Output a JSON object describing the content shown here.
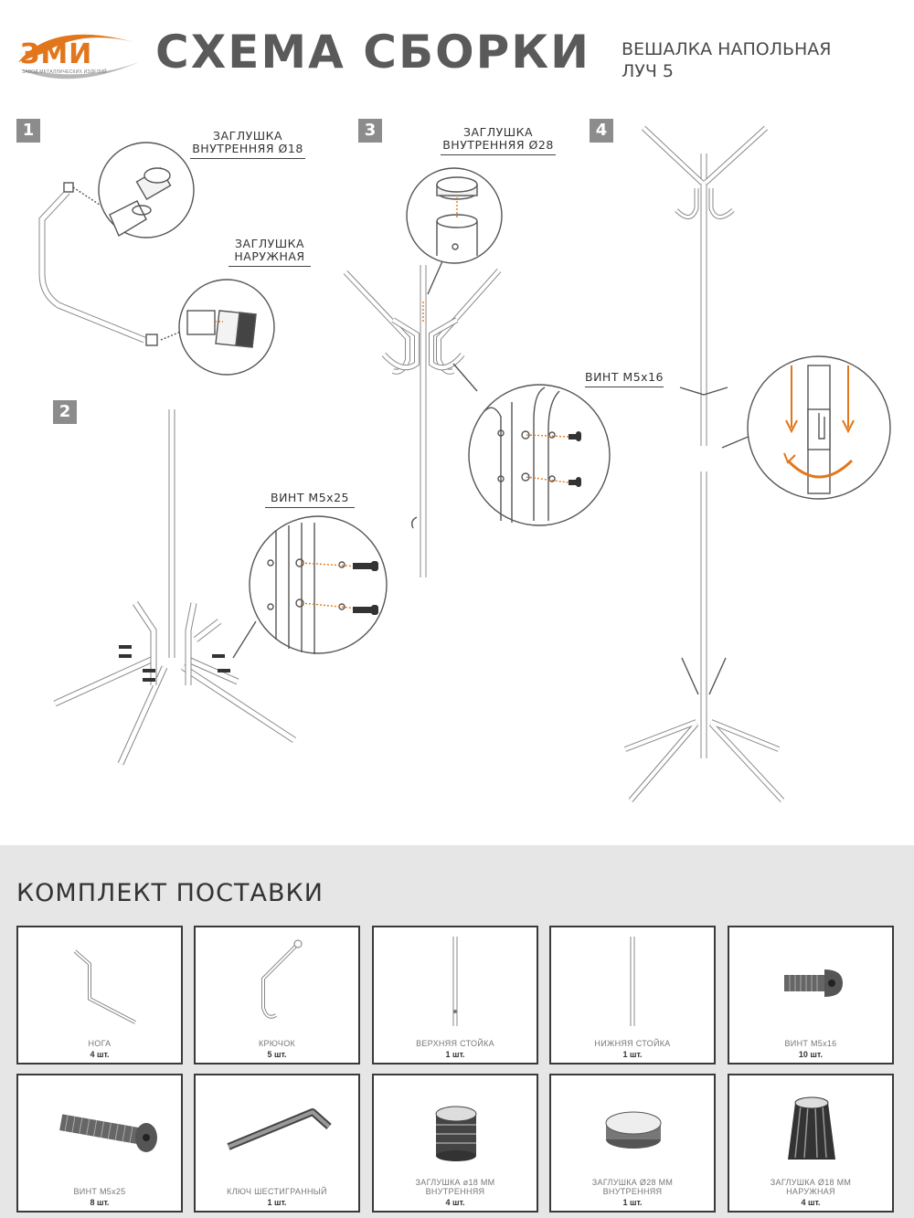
{
  "header": {
    "logo_text": "ЗМИ",
    "logo_sub": "ЗАВОД МЕТАЛЛИЧЕСКИХ ИЗДЕЛИЙ",
    "title": "СХЕМА СБОРКИ",
    "product_line1": "ВЕШАЛКА НАПОЛЬНАЯ",
    "product_line2": "ЛУЧ 5"
  },
  "steps": {
    "s1": "1",
    "s2": "2",
    "s3": "3",
    "s4": "4"
  },
  "callouts": {
    "plug_inner18_l1": "ЗАГЛУШКА",
    "plug_inner18_l2": "ВНУТРЕННЯЯ Ø18",
    "plug_outer_l1": "ЗАГЛУШКА",
    "plug_outer_l2": "НАРУЖНАЯ",
    "screw_m5x25": "ВИНТ М5х25",
    "plug_inner28_l1": "ЗАГЛУШКА",
    "plug_inner28_l2": "ВНУТРЕННЯЯ Ø28",
    "screw_m5x16": "ВИНТ М5х16"
  },
  "kit": {
    "title": "КОМПЛЕКТ ПОСТАВКИ",
    "items": [
      {
        "name": "НОГА",
        "qty": "4 шт."
      },
      {
        "name": "КРЮЧОК",
        "qty": "5 шт."
      },
      {
        "name": "ВЕРХНЯЯ СТОЙКА",
        "qty": "1 шт."
      },
      {
        "name": "НИЖНЯЯ СТОЙКА",
        "qty": "1 шт."
      },
      {
        "name": "ВИНТ М5х16",
        "qty": "10 шт."
      },
      {
        "name": "ВИНТ М5х25",
        "qty": "8 шт."
      },
      {
        "name": "КЛЮЧ ШЕСТИГРАННЫЙ",
        "qty": "1 шт."
      },
      {
        "name": "ЗАГЛУШКА ø18 ММ",
        "name2": "ВНУТРЕННЯЯ",
        "qty": "4 шт."
      },
      {
        "name": "ЗАГЛУШКА Ø28 ММ",
        "name2": "ВНУТРЕННЯЯ",
        "qty": "1 шт."
      },
      {
        "name": "ЗАГЛУШКА Ø18 ММ",
        "name2": "НАРУЖНАЯ",
        "qty": "4 шт."
      }
    ]
  },
  "colors": {
    "accent": "#e2761b",
    "step_box": "#8c8c8c",
    "title": "#5a5a5a",
    "kit_bg": "#e6e6e6"
  }
}
